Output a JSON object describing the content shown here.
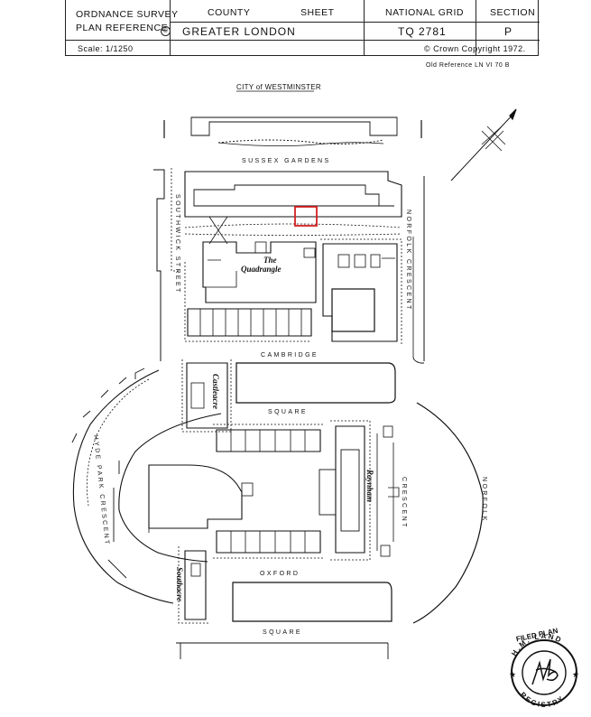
{
  "header": {
    "plan_reference_line1": "ORDNANCE SURVEY",
    "plan_reference_line2": "PLAN REFERENCE",
    "plan_reference_symbol": "©",
    "county_label": "COUNTY",
    "sheet_label": "SHEET",
    "county_value": "GREATER LONDON",
    "national_grid_label": "NATIONAL GRID",
    "national_grid_value": "TQ 2781",
    "section_label": "SECTION",
    "section_value": "P",
    "scale": "Scale: 1/1250",
    "copyright": "© Crown Copyright 1972.",
    "old_reference": "Old Reference LN VI 70 B"
  },
  "map": {
    "boundary_label": "CITY of WESTMINSTER",
    "streets": {
      "sussex_gardens": "SUSSEX GARDENS",
      "southwick_street": "SOUTHWICK STREET",
      "norfolk_crescent": "NORFOLK CRESCENT",
      "cambridge": "CAMBRIDGE",
      "square_1": "SQUARE",
      "hyde_park_crescent": "HYDE PARK CRESCENT",
      "crescent": "CRESCENT",
      "norfolk": "NORFOLK",
      "oxford": "OXFORD",
      "square_2": "SQUARE"
    },
    "buildings": {
      "the": "The",
      "quadrangle": "Quadrangle",
      "castleacre": "Castleacre",
      "raynham": "Raynham",
      "southacre": "Southacre"
    },
    "highlight_color": "#d42020"
  },
  "stamp": {
    "top_text": "FILED PLAN",
    "middle_text": "H.M. LAND",
    "bottom_text": "REGISTRY"
  }
}
